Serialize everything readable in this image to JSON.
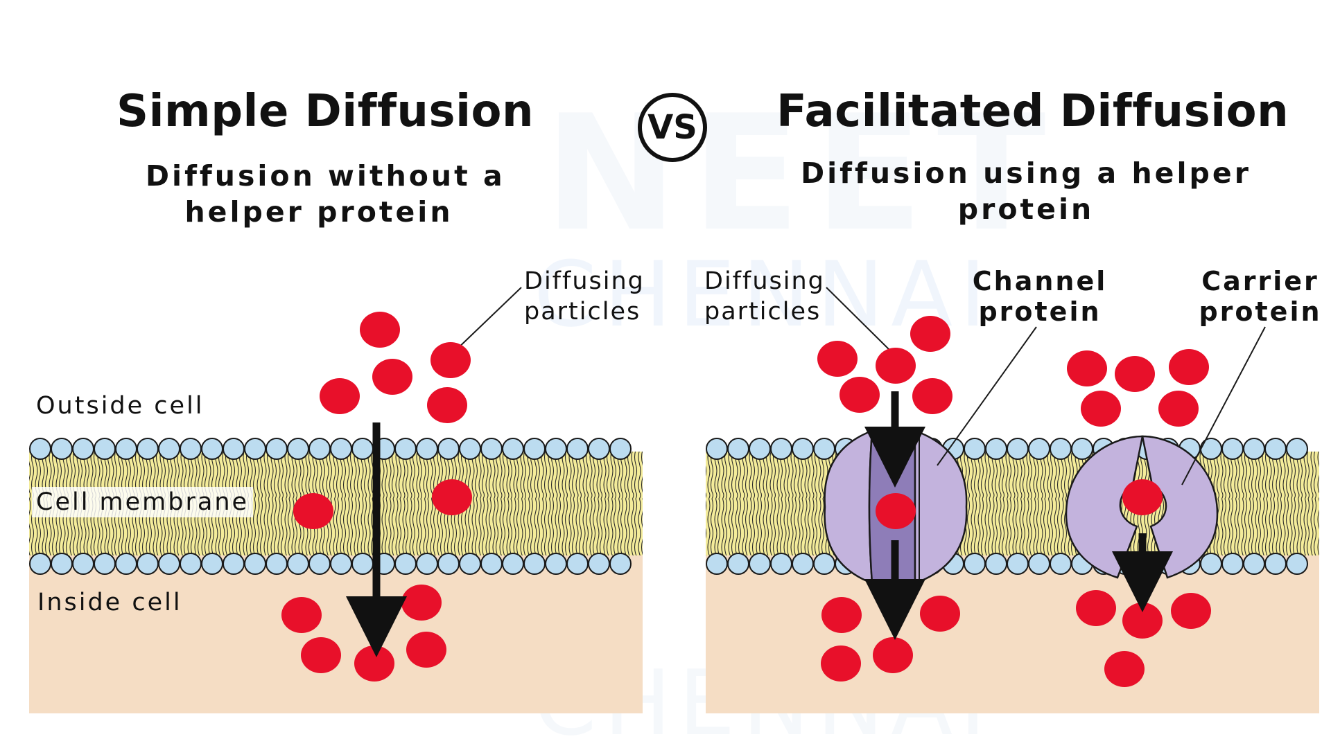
{
  "left_panel": {
    "title": "Simple Diffusion",
    "subtitle_line1": "Diffusion without a",
    "subtitle_line2": "helper protein",
    "outside_label": "Outside cell",
    "membrane_label": "Cell membrane",
    "inside_label": "Inside cell",
    "particles_label_line1": "Diffusing",
    "particles_label_line2": "particles"
  },
  "vs_label": "VS",
  "right_panel": {
    "title": "Facilitated Diffusion",
    "subtitle_line1": "Diffusion using a helper",
    "subtitle_line2": "protein",
    "particles_label_line1": "Diffusing",
    "particles_label_line2": "particles",
    "channel_label_line1": "Channel",
    "channel_label_line2": "protein",
    "carrier_label_line1": "Carrier",
    "carrier_label_line2": "protein"
  },
  "watermark": {
    "line1": "NEET",
    "line2": "CHENNAI"
  },
  "colors": {
    "particle": "#e8102a",
    "phospholipid_head": "#bcdcf0",
    "head_outline": "#1a1a1a",
    "tail": "#f4ec9a",
    "cytoplasm": "#f5ddc4",
    "protein": "#c3b3dd",
    "protein_shade": "#8e7db8",
    "arrow": "#111111",
    "watermark": "#dce8f5"
  }
}
